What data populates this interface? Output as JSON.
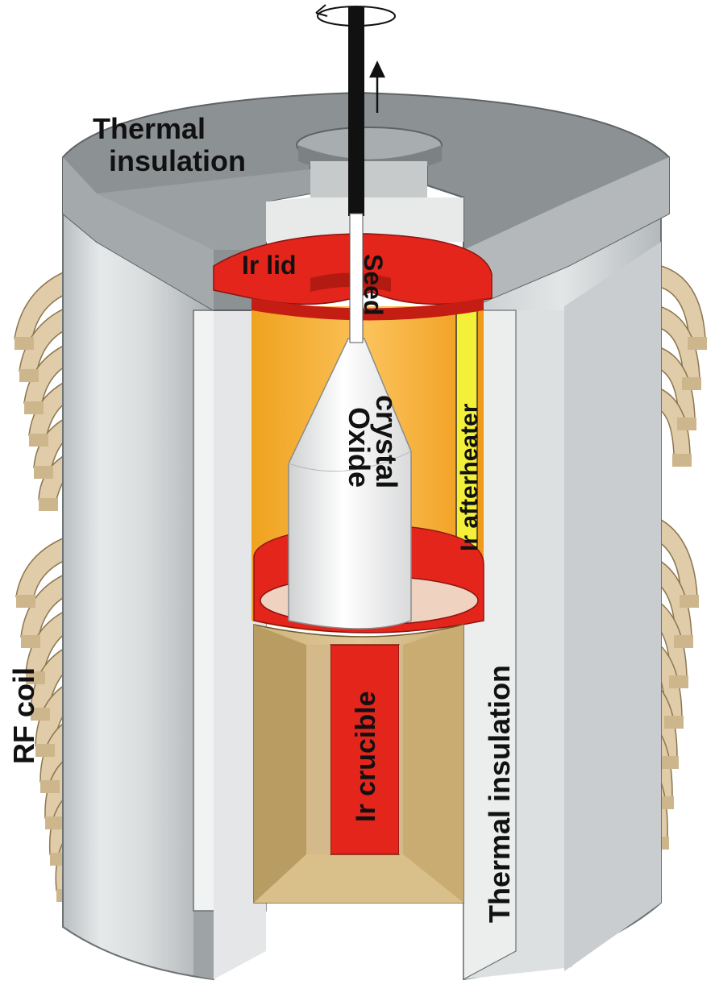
{
  "labels": {
    "thermal_insulation_top_line1": "Thermal",
    "thermal_insulation_top_line2": "insulation",
    "ir_lid": "Ir lid",
    "seed": "Seed",
    "oxide_line1": "Oxide",
    "oxide_line2": "crystal",
    "ir_afterheater": "Ir afterheater",
    "ir_crucible": "Ir crucible",
    "thermal_insulation_side": "Thermal insulation",
    "rf_coil": "RF coil"
  },
  "colors": {
    "insulation_grey": "#8f9698",
    "insulation_light": "#cfd4d6",
    "iridium_red": "#e0241a",
    "afterheater_orange": "#f5a623",
    "afterheater_strip": "#f4f03a",
    "coil_tan": "#e2cfae",
    "crucible_bed": "#d8c08c",
    "crystal_white": "#f4f4f4",
    "rod_black": "#111111"
  }
}
